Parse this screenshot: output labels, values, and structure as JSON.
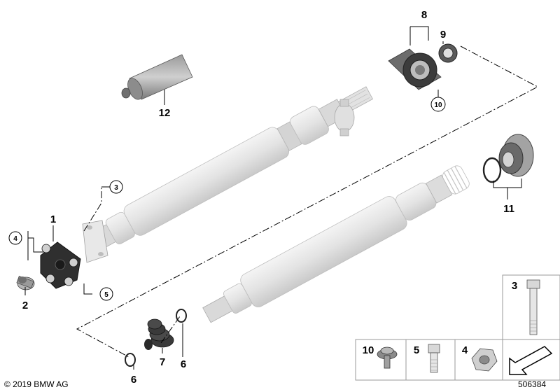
{
  "callouts": {
    "c1": "1",
    "c2": "2",
    "c3": "3",
    "c4": "4",
    "c5": "5",
    "c6a": "6",
    "c6b": "6",
    "c7": "7",
    "c8": "8",
    "c9": "9",
    "c10": "10",
    "c11": "11",
    "c12": "12"
  },
  "legend": {
    "l10": "10",
    "l5": "5",
    "l4": "4",
    "l3": "3"
  },
  "footer": {
    "copyright": "© 2019 BMW AG",
    "code": "506384"
  },
  "colors": {
    "part_fill": "#e6e6e6",
    "part_shade": "#c8c8c8",
    "dark": "#2a2a2a",
    "line": "#000000"
  },
  "icons": [
    "flexible-disc",
    "bushing",
    "center-bearing",
    "grooved-ball-bearing",
    "grease-tube",
    "rubber-boot",
    "sealing-ring",
    "flange-nut",
    "hex-bolt",
    "torx-bolt",
    "self-locking-nut",
    "arrow-pointer"
  ]
}
